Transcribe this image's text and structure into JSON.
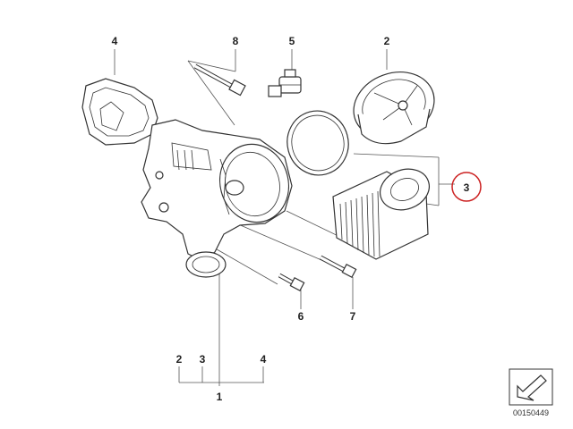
{
  "callouts": {
    "p1": "1",
    "p2": "2",
    "p3": "3",
    "p4": "4",
    "p5": "5",
    "p6": "6",
    "p7": "7",
    "p8": "8",
    "group_2": "2",
    "group_3": "3",
    "group_4": "4"
  },
  "highlight": {
    "callout": "3",
    "color": "#cc2222"
  },
  "doc_number": "00150449",
  "nav_icon": "arrow-icon"
}
